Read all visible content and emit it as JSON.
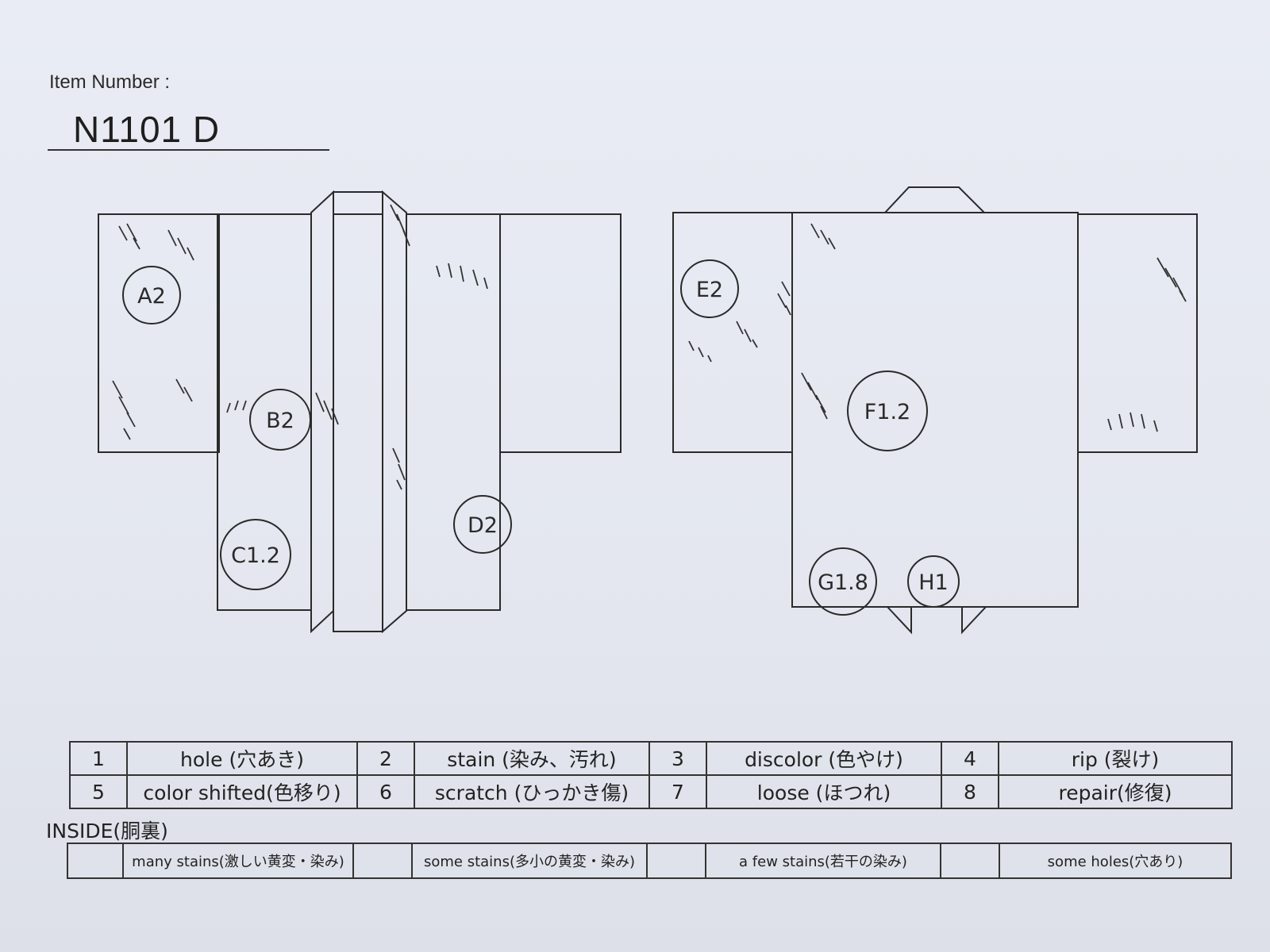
{
  "header": {
    "item_number_label": "Item Number :",
    "item_number_value": "N1101   D"
  },
  "marks": {
    "a": "A2",
    "b": "B2",
    "c": "C1.2",
    "d": "D2",
    "e": "E2",
    "f": "F1.2",
    "g": "G1.8",
    "h": "H1"
  },
  "legend": [
    [
      {
        "num": "1",
        "label": "hole (穴あき)"
      },
      {
        "num": "2",
        "label": "stain (染み、汚れ)"
      },
      {
        "num": "3",
        "label": "discolor (色やけ)"
      },
      {
        "num": "4",
        "label": "rip (裂け)"
      }
    ],
    [
      {
        "num": "5",
        "label": "color shifted(色移り)"
      },
      {
        "num": "6",
        "label": "scratch (ひっかき傷)"
      },
      {
        "num": "7",
        "label": "loose (ほつれ)"
      },
      {
        "num": "8",
        "label": "repair(修復)"
      }
    ]
  ],
  "inside": {
    "title": "INSIDE(胴裏)",
    "options": [
      "many stains(激しい黄変・染み)",
      "some stains(多小の黄変・染み)",
      "a few stains(若干の染み)",
      "some holes(穴あり)"
    ]
  }
}
